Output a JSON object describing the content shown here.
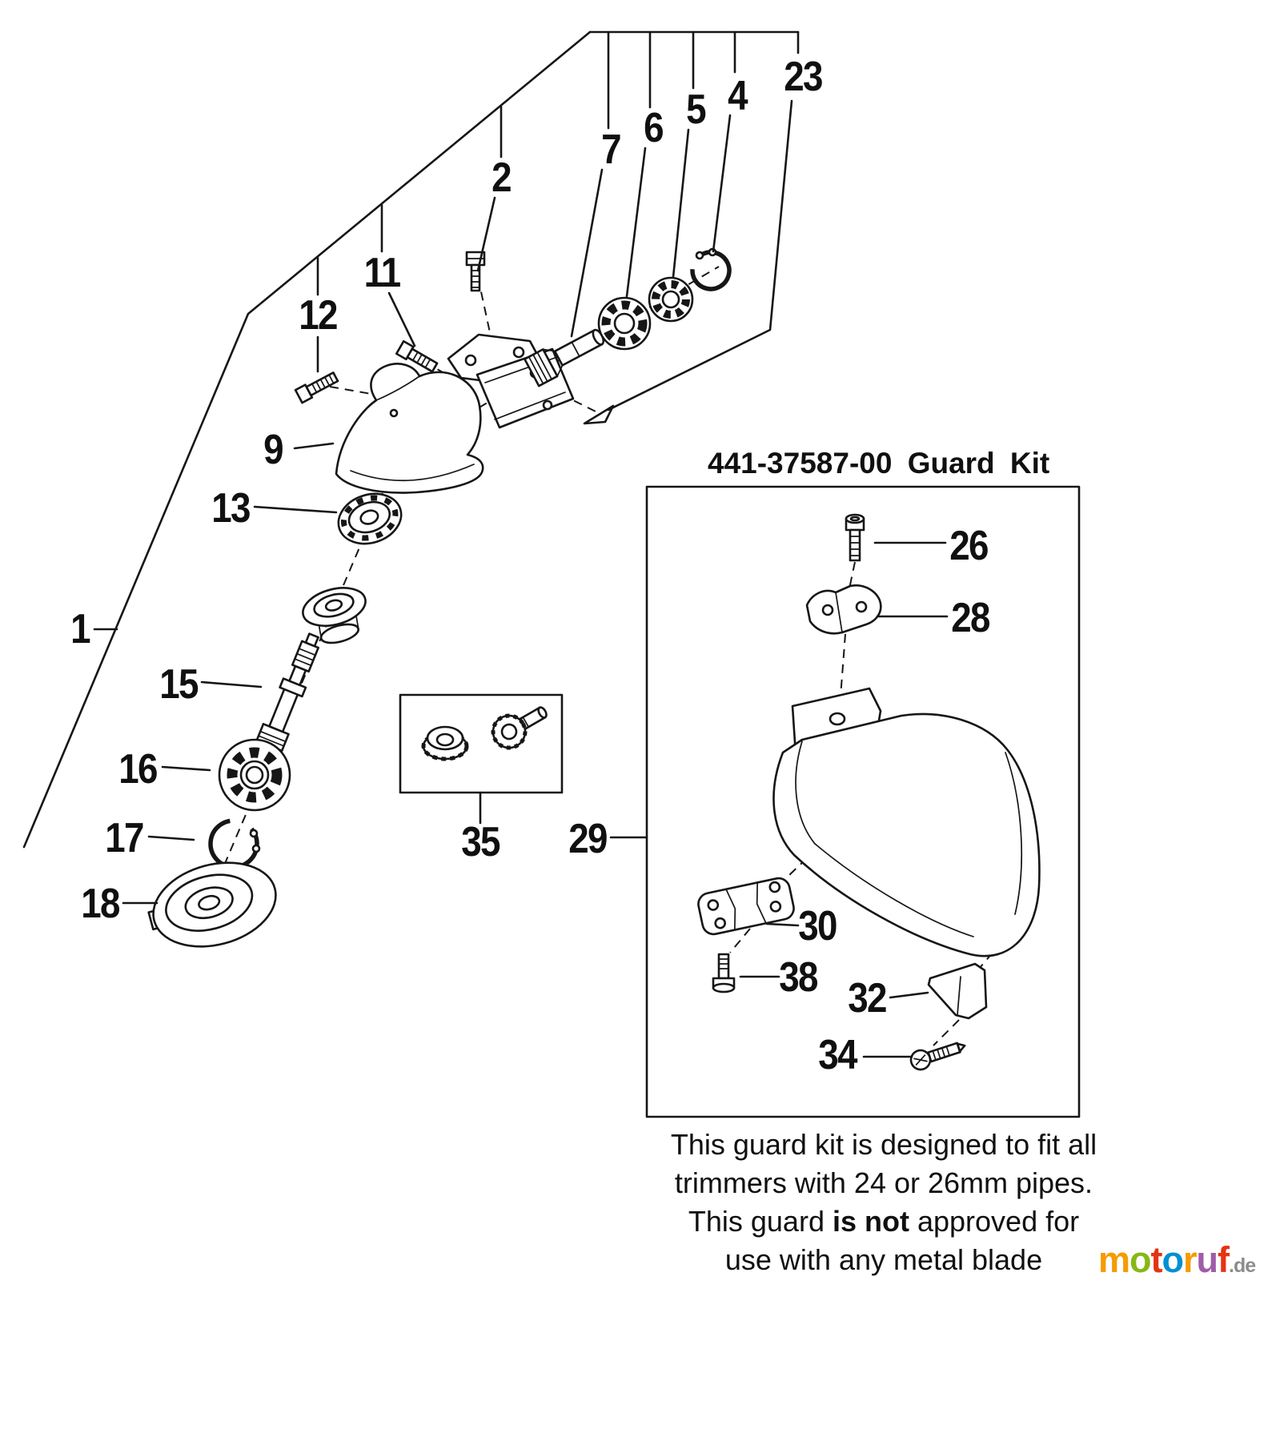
{
  "diagram": {
    "guard_kit_title": "441-37587-00 Guard Kit",
    "part_labels": {
      "n1": "1",
      "n2": "2",
      "n4": "4",
      "n5": "5",
      "n6": "6",
      "n7": "7",
      "n9": "9",
      "n11": "11",
      "n12": "12",
      "n13": "13",
      "n15": "15",
      "n16": "16",
      "n17": "17",
      "n18": "18",
      "n23": "23",
      "n26": "26",
      "n28": "28",
      "n29": "29",
      "n30": "30",
      "n32": "32",
      "n34": "34",
      "n35": "35",
      "n38": "38"
    },
    "caption": {
      "line1": "This guard kit is designed to fit all",
      "line2": "trimmers with 24 or 26mm pipes.",
      "line3_prefix": "This guard ",
      "line3_bold": "is not",
      "line3_suffix": " approved for",
      "line4": "use with any metal blade"
    },
    "watermark": {
      "letters": [
        {
          "ch": "m",
          "color": "#f59c00"
        },
        {
          "ch": "o",
          "color": "#86b817"
        },
        {
          "ch": "t",
          "color": "#e63312"
        },
        {
          "ch": "o",
          "color": "#0090d4"
        },
        {
          "ch": "r",
          "color": "#f59c00"
        },
        {
          "ch": "u",
          "color": "#a05ca8"
        },
        {
          "ch": "f",
          "color": "#e63312"
        }
      ],
      "suffix": ".de",
      "suffix_color": "#8c8c8c"
    }
  }
}
